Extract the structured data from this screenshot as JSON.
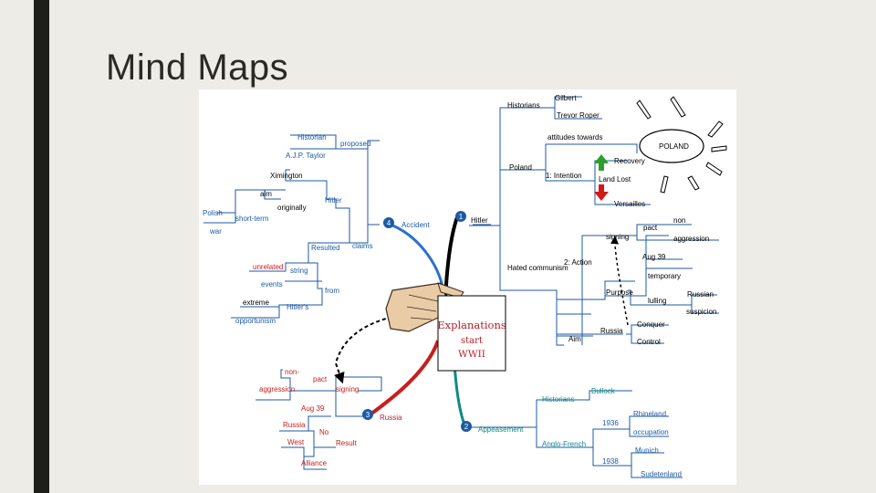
{
  "slide": {
    "title": "Mind Maps"
  },
  "center": {
    "line1": "Explanations",
    "line2": "start",
    "line3": "WWII",
    "color": "#b3202a"
  },
  "branches": {
    "hitler": {
      "number": "1",
      "label": "Hitler",
      "historians": {
        "label": "Historians",
        "items": [
          "Gilbert",
          "Trevor Roper"
        ]
      },
      "poland": {
        "label": "Poland",
        "attitude": "attitudes towards",
        "intention": "1: Intention",
        "recovery": "Recovery",
        "land_lost": "Land Lost",
        "versailles": "Versailles",
        "sun_label": "POLAND"
      },
      "hated": {
        "label": "Hated communism",
        "action": "2: Action",
        "non": "non",
        "pact": "pact",
        "signing": "signing",
        "aggression": "aggression",
        "aug39": "Aug 39",
        "purpose": "Purpose",
        "temporary": "temporary",
        "lulling": "lulling",
        "russian": "Russian",
        "suspicion": "suspicion",
        "aim": "Aim",
        "russia": "Russia",
        "conquer": "Conquer",
        "control": "Control"
      }
    },
    "appeasement": {
      "number": "2",
      "label": "Appeasement",
      "historians": "Historians",
      "bullock": "Bullock",
      "anglo_french": "Anglo-French",
      "y1936": "1936",
      "rhineland": "Rhineland",
      "occupation": "occupation",
      "y1938": "1938",
      "munich": "Munich",
      "sudetenland": "Sudetenland"
    },
    "russia": {
      "number": "3",
      "label": "Russia",
      "non": "non-",
      "pact": "pact",
      "aggression": "aggression",
      "signing": "signing",
      "aug39": "Aug 39",
      "russia_node": "Russia",
      "no": "No",
      "west": "West",
      "result": "Result",
      "alliance": "Alliance"
    },
    "accident": {
      "number": "4",
      "label": "Accident",
      "historian": "Historian",
      "proposed": "proposed",
      "ajp": "A.J.P. Taylor",
      "ximington": "Ximington",
      "aim": "aim",
      "originally": "originally",
      "hitler": "Hitler",
      "polish": "Polish",
      "short_term": "short-term",
      "war": "war",
      "resulted": "Resulted",
      "claims": "claims",
      "unrelated": "unrelated",
      "string": "string",
      "events": "events",
      "from": "from",
      "extreme": "extreme",
      "hitlers": "Hitler's",
      "opportunism": "opportunism"
    }
  },
  "colors": {
    "slide_bg": "#eeece7",
    "accent_bar": "#1f1f1a",
    "branch_blue": "#1c5aa6",
    "hitler_branch": "#000000",
    "appeasement_branch": "#0f8a84",
    "russia_branch": "#c81e1e",
    "accident_branch": "#2b6fd0",
    "label_blue": "#1d3f8c",
    "label_red": "#c0201f",
    "green_arrow": "#2f9e2f",
    "red_arrow": "#d01a1a",
    "hand": "#e9cba6"
  }
}
